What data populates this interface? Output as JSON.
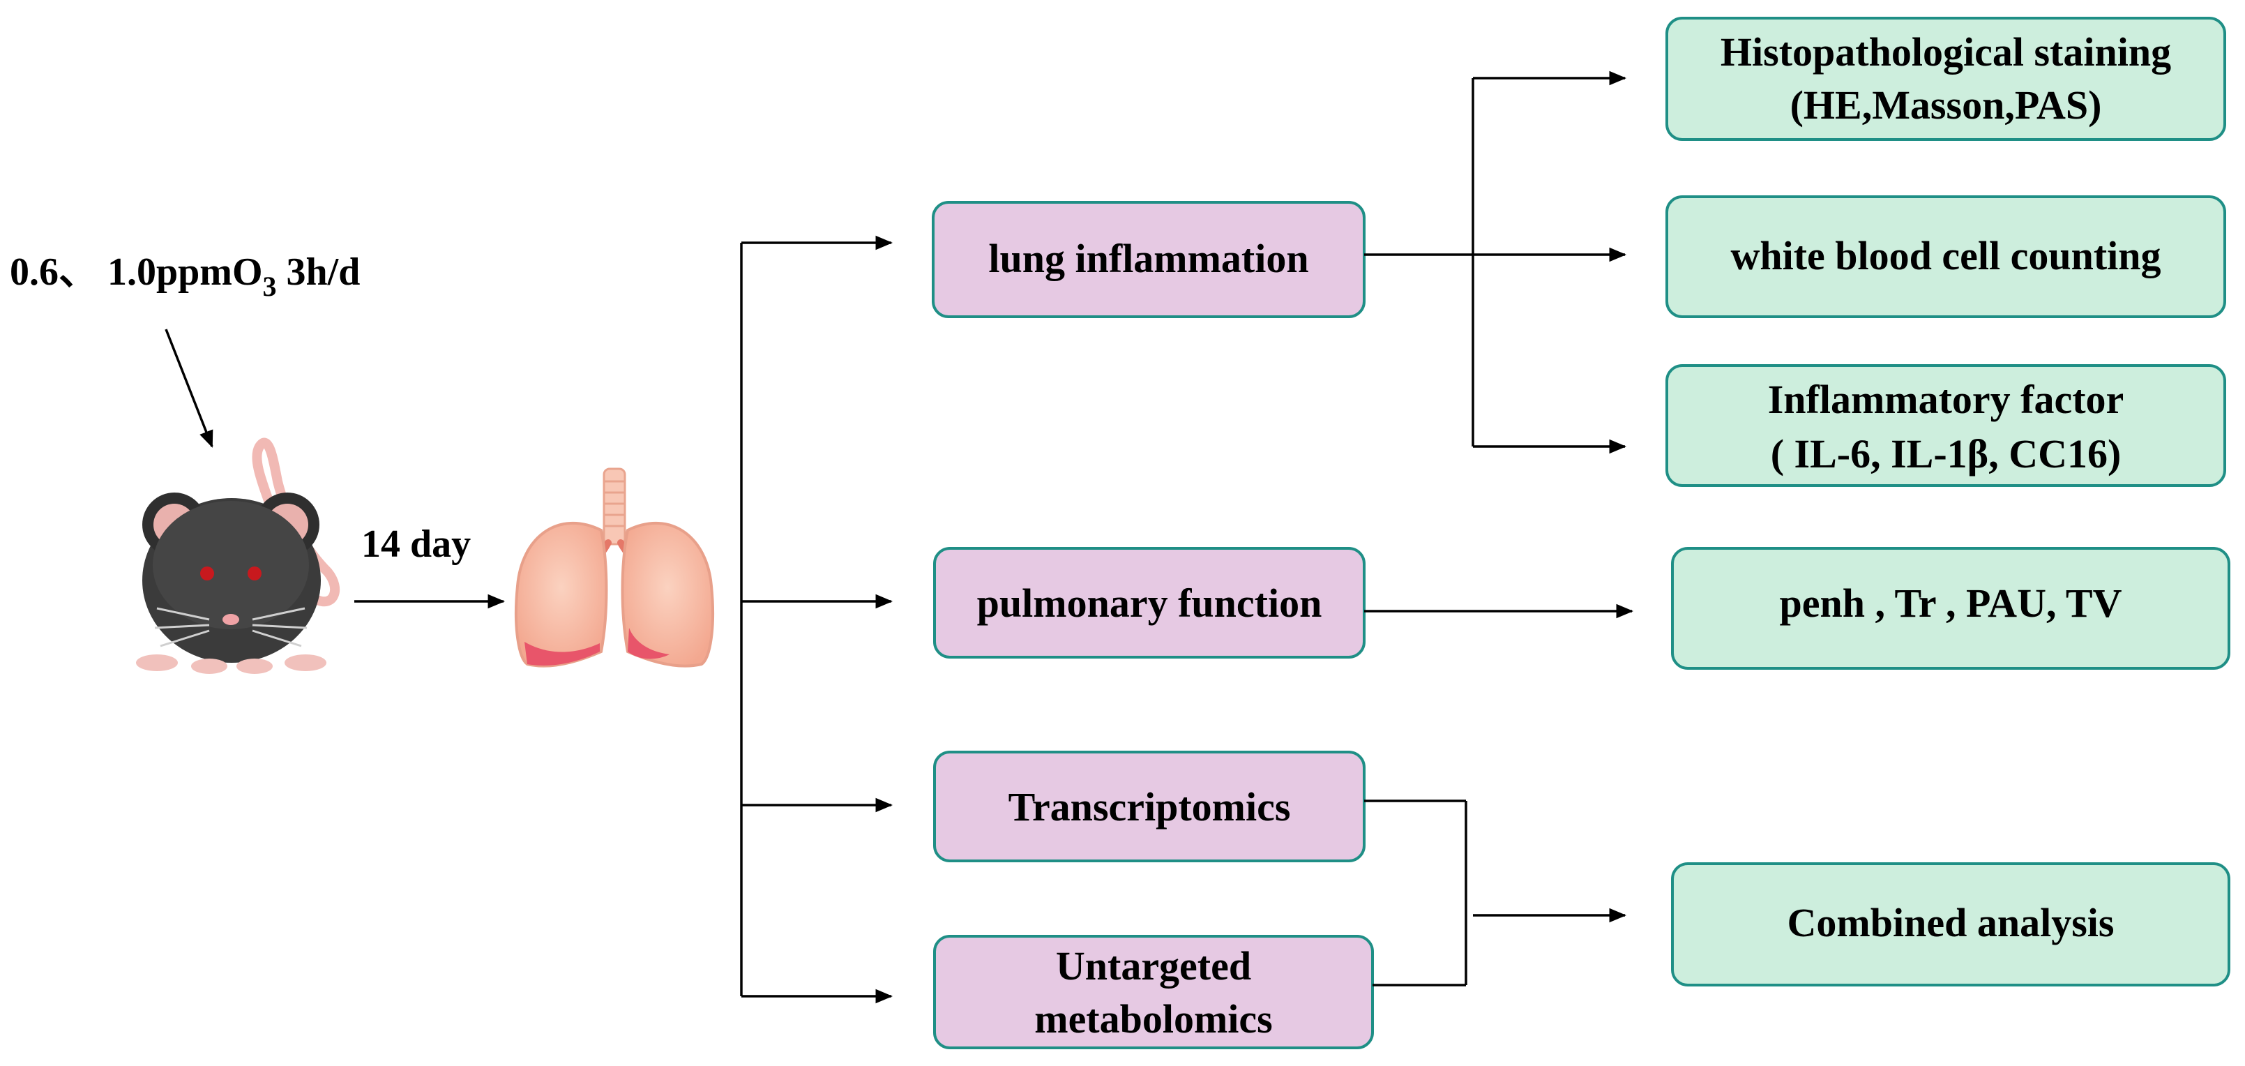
{
  "dose_label": {
    "main": "0.6、 1.0ppmO",
    "subscript": "3",
    "tail": " 3h/d"
  },
  "duration_label": "14 day",
  "icons": {
    "mouse": "mouse-illustration",
    "lungs": "lungs-illustration"
  },
  "colors": {
    "purple_fill": "#e6c9e3",
    "purple_stroke": "#1f8f86",
    "green_fill": "#cdeedd",
    "green_stroke": "#1f8f86"
  },
  "middle_boxes": {
    "lung_inflammation": "lung inflammation",
    "pulmonary_function": "pulmonary function",
    "transcriptomics": "Transcriptomics",
    "untargeted_metabolomics": [
      "Untargeted",
      "metabolomics"
    ]
  },
  "right_boxes": {
    "histopathology": [
      "Histopathological staining",
      "(HE,Masson,PAS)"
    ],
    "wbc": "white blood cell counting",
    "inflammatory": [
      "Inflammatory factor",
      "( IL-6, IL-1β, CC16)"
    ],
    "penh": "penh , Tr , PAU, TV",
    "combined": "Combined analysis"
  }
}
